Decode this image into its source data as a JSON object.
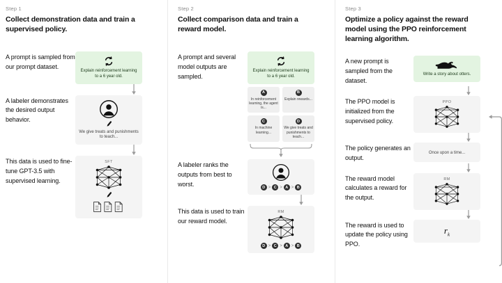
{
  "diagram": {
    "title": "RLHF three-step training diagram",
    "background": "#ffffff",
    "divider_color": "#e9e9e9",
    "panel_color": "#f4f4f4",
    "prompt_panel_color": "#e3f4e1",
    "badge_color": "#2f2f2f"
  },
  "steps": [
    {
      "label": "Step 1",
      "title": "Collect demonstration data and train a supervised policy.",
      "rows": [
        {
          "desc": "A prompt is sampled from our prompt dataset.",
          "panel": {
            "kind": "prompt",
            "icon": "recycle-arrows-icon",
            "caption": "Explain reinforcement learning to a 6 year old."
          }
        },
        {
          "desc": "A labeler demonstrates the desired output behavior.",
          "panel": {
            "kind": "labeler",
            "icon": "person-circle-icon",
            "sub_icon": "pen-icon",
            "caption": "We give treats and punishments to teach..."
          }
        },
        {
          "desc": "This data is used to fine-tune GPT-3.5 with supervised learning.",
          "panel": {
            "kind": "model",
            "tag": "SFT",
            "icon": "neural-network-icon",
            "sub_icon": "pen-icon",
            "extra_icon": "documents-icon"
          }
        }
      ]
    },
    {
      "label": "Step 2",
      "title": "Collect comparison data and train a reward model.",
      "rows": [
        {
          "desc": "A prompt and several model outputs are sampled.",
          "panel": {
            "kind": "prompt",
            "icon": "recycle-arrows-icon",
            "caption": "Explain reinforcement learning to a 6 year old."
          }
        },
        {
          "desc": "",
          "panel": {
            "kind": "outputs",
            "outputs": [
              {
                "badge": "A",
                "text": "In reinforcement learning, the agent is..."
              },
              {
                "badge": "B",
                "text": "Explain rewards..."
              },
              {
                "badge": "C",
                "text": "In machine learning..."
              },
              {
                "badge": "D",
                "text": "We give treats and punishments to teach..."
              }
            ]
          }
        },
        {
          "desc": "A labeler ranks the outputs from best to worst.",
          "panel": {
            "kind": "ranker",
            "icon": "person-circle-icon",
            "ranking": [
              "D",
              "C",
              "A",
              "B"
            ],
            "separator": ">"
          }
        },
        {
          "desc": "This data is used to train our reward model.",
          "panel": {
            "kind": "model",
            "tag": "RM",
            "icon": "neural-network-icon",
            "ranking": [
              "D",
              "C",
              "A",
              "B"
            ],
            "separator": ">"
          }
        }
      ]
    },
    {
      "label": "Step 3",
      "title": "Optimize a policy against the reward model using the PPO reinforcement learning algorithm.",
      "rows": [
        {
          "desc": "A new prompt is sampled from the dataset.",
          "panel": {
            "kind": "prompt",
            "icon": "otter-icon",
            "caption": "Write a story about otters."
          }
        },
        {
          "desc": "The PPO model is initialized from the supervised policy.",
          "panel": {
            "kind": "model",
            "tag": "PPO",
            "icon": "neural-network-icon"
          }
        },
        {
          "desc": "The policy generates an output.",
          "panel": {
            "kind": "text",
            "caption": "Once upon a time..."
          }
        },
        {
          "desc": "The reward model calculates a reward for the output.",
          "panel": {
            "kind": "model",
            "tag": "RM",
            "icon": "neural-network-icon"
          }
        },
        {
          "desc": "The reward is used to update the policy using PPO.",
          "panel": {
            "kind": "formula",
            "formula_base": "r",
            "formula_sub": "k"
          }
        }
      ],
      "feedback_loop": "update-loop-arrow"
    }
  ]
}
